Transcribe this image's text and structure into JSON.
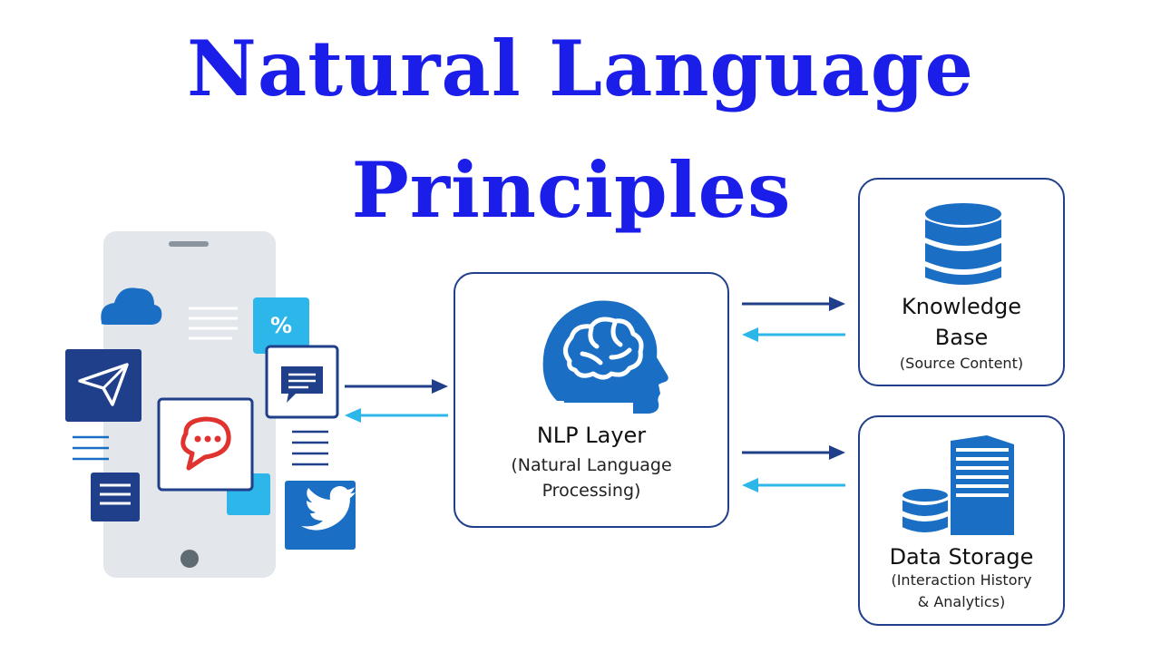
{
  "title": {
    "line1": "Natural Language",
    "line2": "Principles"
  },
  "nlp_layer": {
    "label": "NLP Layer",
    "sub_line1": "(Natural Language",
    "sub_line2": "Processing)",
    "icon": "brain-head-icon"
  },
  "knowledge_base": {
    "label_line1": "Knowledge",
    "label_line2": "Base",
    "sub": "(Source Content)",
    "icon": "database-icon"
  },
  "data_storage": {
    "label": "Data Storage",
    "sub_line1": "(Interaction History",
    "sub_line2": "& Analytics)",
    "icon": "server-icon"
  },
  "phone": {
    "percent_label": "%",
    "icons": [
      "cloud-icon",
      "paper-plane-icon",
      "chat-bubble-icon",
      "rocket-chat-icon",
      "twitter-bird-icon",
      "percent-icon",
      "menu-lines-icon"
    ]
  },
  "colors": {
    "title": "#1a1ee8",
    "box_border": "#1f3f8a",
    "arrow_dark": "#1f3f8a",
    "arrow_light": "#2cb6ea",
    "accent_blue": "#1a6fc4",
    "phone_body": "#e3e6ea"
  }
}
